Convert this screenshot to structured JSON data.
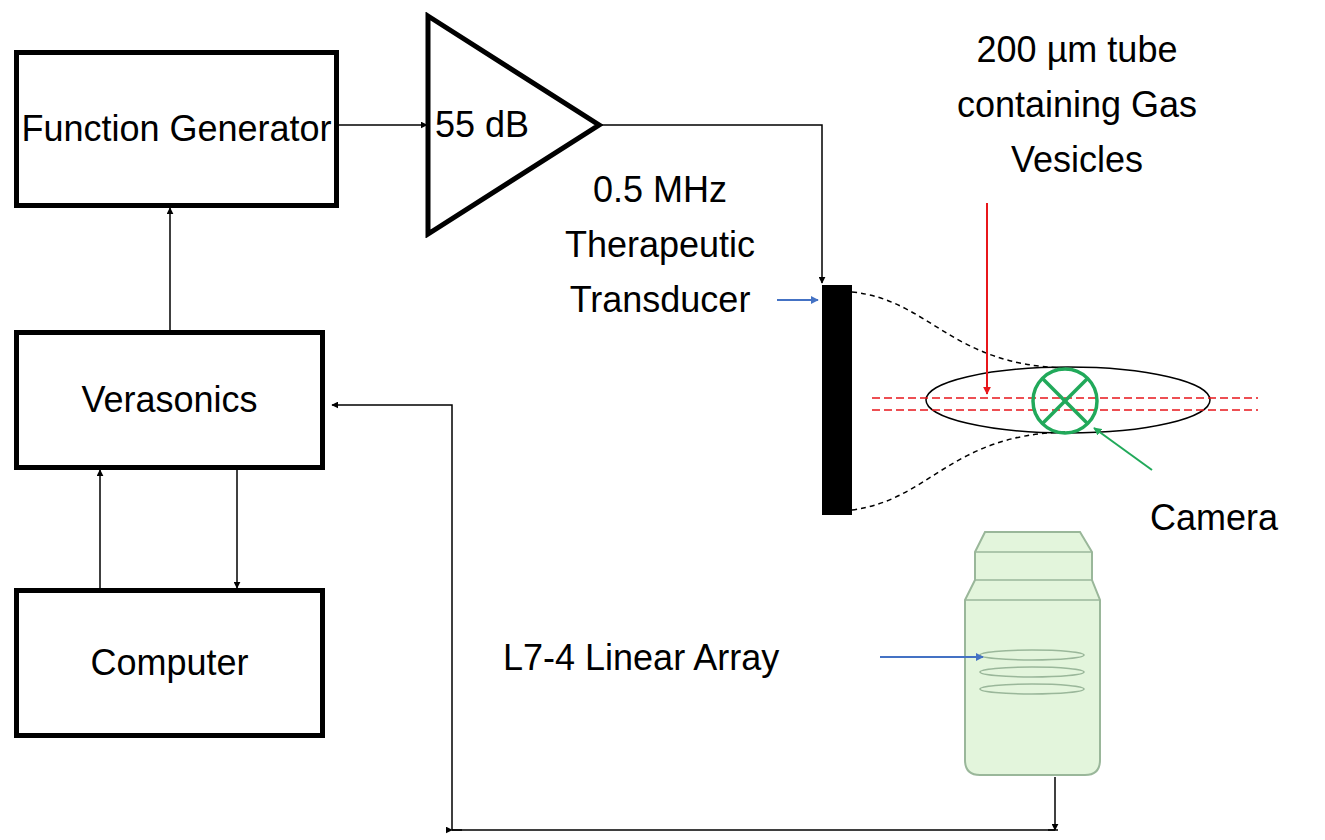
{
  "diagram": {
    "nodes": [
      {
        "text": [
          "Function Generator"
        ]
      },
      {
        "text": [
          "Verasonics"
        ]
      },
      {
        "text": [
          "Computer"
        ]
      },
      {
        "text": [
          "55 dB"
        ]
      }
    ],
    "edges": [
      {
        "from": 0,
        "to": 3,
        "arrow": "to"
      },
      {
        "from": 1,
        "to": 0,
        "arrow": "to"
      },
      {
        "from": 1,
        "to": 2,
        "arrow": "to"
      },
      {
        "from": 2,
        "to": 1,
        "arrow": "to"
      }
    ],
    "labels": [
      "0.5 MHz Therapeutic Transducer",
      "200 µm tube containing Gas Vesicles",
      "Camera",
      "L7-4 Linear Array"
    ]
  }
}
